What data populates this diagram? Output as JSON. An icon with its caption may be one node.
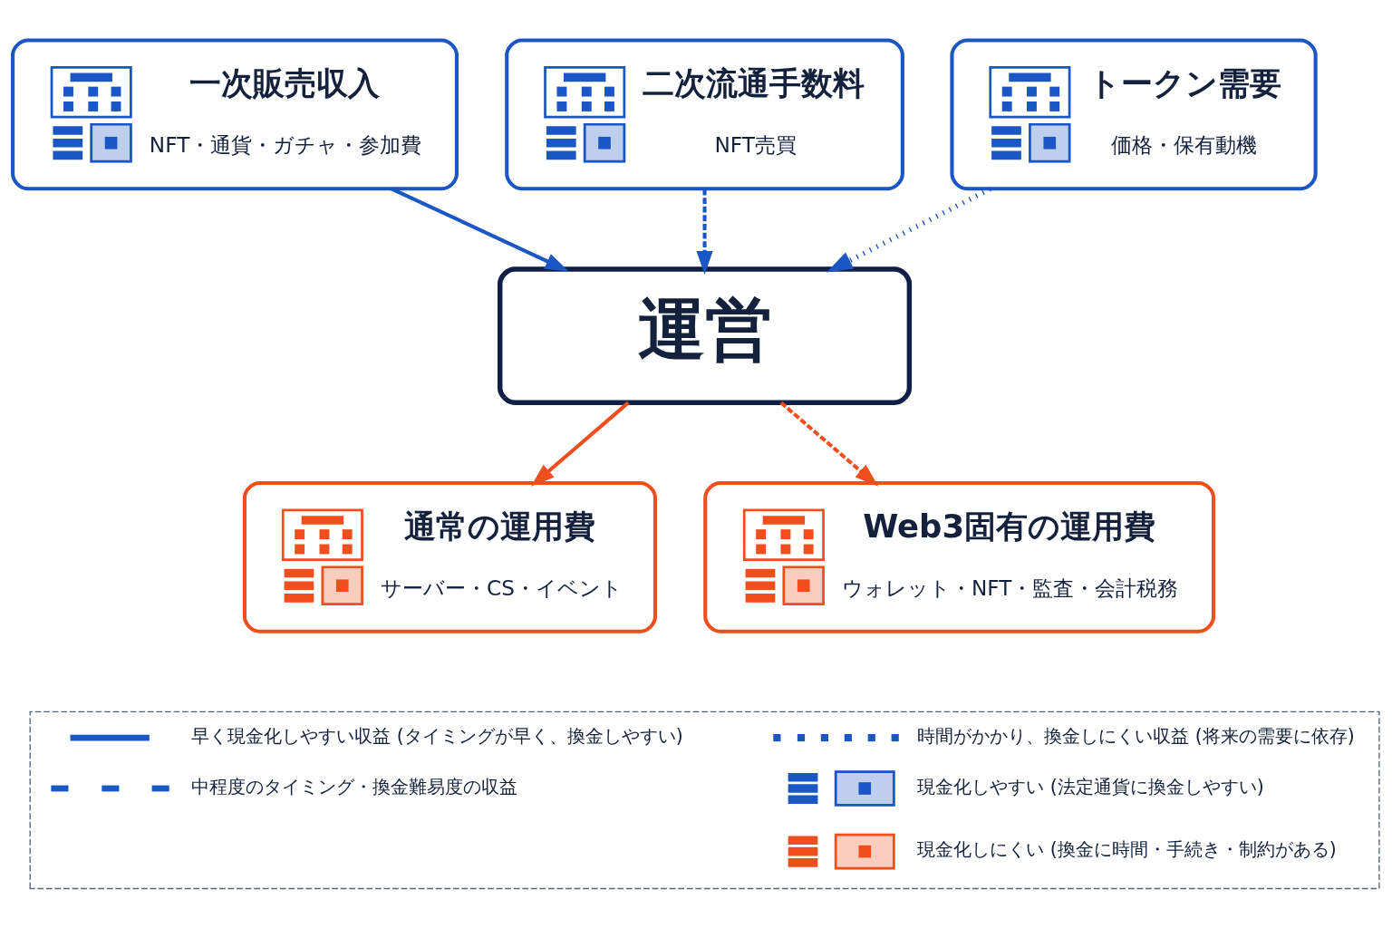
{
  "diagram": {
    "nodes": [
      {
        "text": [
          "一次販売収入",
          "NFT・通貨・ガチャ・参加費"
        ]
      },
      {
        "text": [
          "二次流通手数料",
          "NFT売買"
        ]
      },
      {
        "text": [
          "トークン需要",
          "価格・保有動機"
        ]
      },
      {
        "text": [
          "運営"
        ]
      },
      {
        "text": [
          "通常の運用費",
          "サーバー・CS・イベント"
        ]
      },
      {
        "text": [
          "Web3固有の運用費",
          "ウォレット・NFT・監査・会計税務"
        ]
      }
    ],
    "edges": [
      {
        "from": 0,
        "to": 3,
        "arrow": "to"
      },
      {
        "from": 1,
        "to": 3,
        "arrow": "to",
        "style": "dashed"
      },
      {
        "from": 2,
        "to": 3,
        "arrow": "to",
        "style": "dashed"
      },
      {
        "from": 3,
        "to": 4,
        "arrow": "to",
        "color": "#f04e1c"
      },
      {
        "from": 3,
        "to": 5,
        "arrow": "to",
        "style": "dashed",
        "color": "#f04e1c"
      }
    ],
    "legend": [
      {
        "text": "早く現金化しやすい収益 (タイミングが早く、換金しやすい)"
      },
      {
        "text": "中程度のタイミング・換金難易度の収益"
      },
      {
        "text": "時間がかかり、換金しにくい収益 (将来の需要に依存)"
      },
      {
        "text": "現金化しやすい (法定通貨に換金しやすい)",
        "color": "#1a56c4"
      },
      {
        "text": "現金化しにくい (換金に時間・手続き・制約がある)",
        "color": "#f04e1c"
      }
    ]
  }
}
